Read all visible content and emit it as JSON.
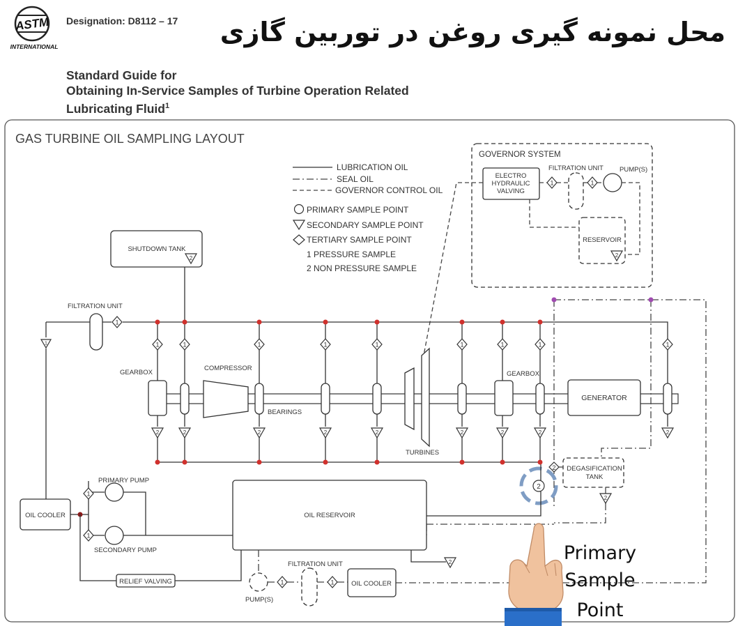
{
  "header": {
    "logo_text": "ASTM",
    "logo_sub": "INTERNATIONAL",
    "designation": "Designation: D8112 – 17",
    "persian_title": "محل نمونه گیری روغن در توربین گازی"
  },
  "standard": {
    "line1": "Standard Guide for",
    "line2": "Obtaining In-Service Samples of Turbine Operation Related",
    "line3": "Lubricating Fluid",
    "footnote": "1"
  },
  "diagram": {
    "title": "GAS TURBINE OIL SAMPLING LAYOUT",
    "legend": {
      "lubrication_oil": "LUBRICATION OIL",
      "seal_oil": "SEAL OIL",
      "governor_control_oil": "GOVERNOR CONTROL OIL",
      "primary_sample_point": "PRIMARY SAMPLE POINT",
      "secondary_sample_point": "SECONDARY SAMPLE POINT",
      "tertiary_sample_point": "TERTIARY SAMPLE POINT",
      "pressure_sample": "1 PRESSURE SAMPLE",
      "non_pressure_sample": "2 NON PRESSURE SAMPLE"
    },
    "governor": {
      "title": "GOVERNOR SYSTEM",
      "ehv_line1": "ELECTRO",
      "ehv_line2": "HYDRAULIC",
      "ehv_line3": "VALVING",
      "filtration": "FILTRATION UNIT",
      "pumps": "PUMP(S)",
      "reservoir": "RESERVOIR"
    },
    "labels": {
      "shutdown_tank": "SHUTDOWN TANK",
      "filtration_unit_top": "FILTRATION UNIT",
      "gearbox_left": "GEARBOX",
      "compressor": "COMPRESSOR",
      "bearings": "BEARINGS",
      "turbines": "TURBINES",
      "gearbox_right": "GEARBOX",
      "generator": "GENERATOR",
      "degas_line1": "DEGASIFICATION",
      "degas_line2": "TANK",
      "primary_pump": "PRIMARY PUMP",
      "secondary_pump": "SECONDARY PUMP",
      "oil_cooler_left": "OIL COOLER",
      "oil_reservoir": "OIL RESERVOIR",
      "relief_valving": "RELIEF  VALVING",
      "pumps_bottom": "PUMP(S)",
      "filtration_unit_bottom": "FILTRATION UNIT",
      "oil_cooler_bottom": "OIL COOLER"
    },
    "marks": {
      "one": "1",
      "two": "2"
    },
    "callout": {
      "line1": "Primary",
      "line2": "Sample",
      "line3": "Point"
    },
    "colors": {
      "sample_dot": "#d0312d",
      "seal_dot": "#a04bb0",
      "highlight_ring": "#7f9dc4",
      "skin": "#f0c29e",
      "cuff": "#2a6fc9"
    }
  }
}
